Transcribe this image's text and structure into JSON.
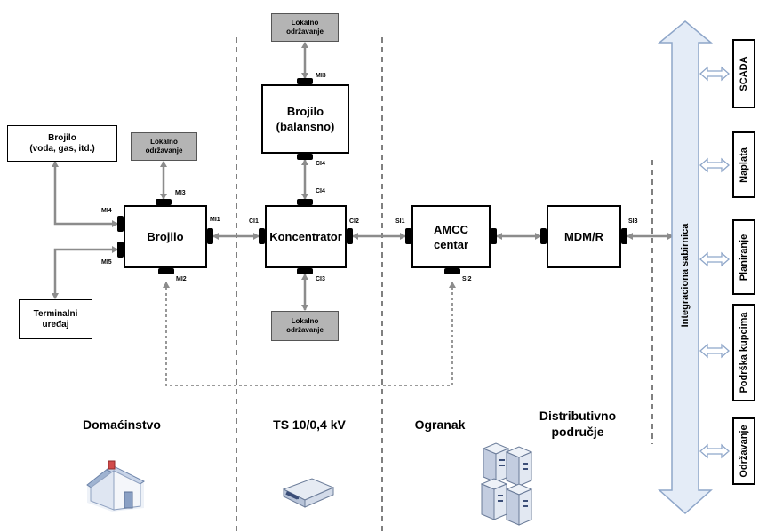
{
  "boxes": {
    "brojilo": "Brojilo",
    "koncentrator": "Koncentrator",
    "brojilo_balansno": "Brojilo\n(balansno)",
    "amcc": "AMCC\ncentar",
    "mdm": "MDM/R",
    "brojilo_voda": "Brojilo\n(voda, gas, itd.)",
    "terminalni": "Terminalni\nuređaj",
    "lokalno_1": "Lokalno\nodržavanje",
    "lokalno_2": "Lokalno\nodržavanje",
    "lokalno_3": "Lokalno\nodržavanje"
  },
  "ports": {
    "mi3_top": "MI3",
    "mi3_brojilo": "MI3",
    "mi4": "MI4",
    "mi5": "MI5",
    "mi1": "MI1",
    "mi2": "MI2",
    "ci1": "CI1",
    "ci2": "CI2",
    "ci3": "CI3",
    "ci4_upper": "CI4",
    "ci4_lower": "CI4",
    "si1": "SI1",
    "si2": "SI2",
    "si3": "SI3"
  },
  "bus": {
    "label": "Integraciona sabirnica"
  },
  "systems": [
    "SCADA",
    "Naplata",
    "Planiranje",
    "Podrška kupcima",
    "Održavanje"
  ],
  "regions": {
    "domacinstvo": "Domaćinstvo",
    "ts": "TS 10/0,4 kV",
    "ogranak": "Ogranak",
    "distributivno": "Distributivno\npodručje"
  },
  "icons": [
    "house-icon",
    "substation-device-icon",
    "server-rack-icon"
  ],
  "colors": {
    "connector": "#8c8c8c",
    "gray_box": "#b4b4b4",
    "bus_fill": "#e4ecf7",
    "bus_stroke": "#8ea6c9",
    "port": "#000000"
  }
}
